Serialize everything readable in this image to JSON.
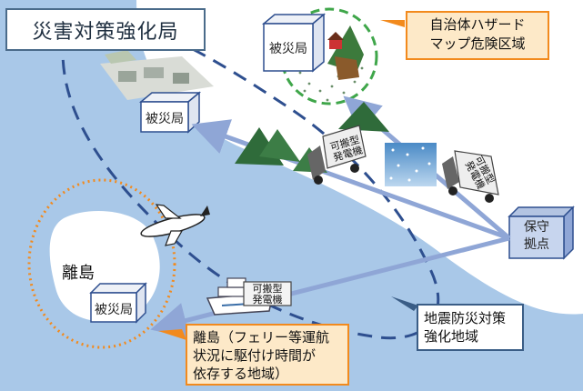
{
  "title": "災害対策強化局",
  "stricken_station_label": "被災局",
  "hazard_callout": [
    "自治体ハザード",
    "マップ危険区域"
  ],
  "earthquake_zone": [
    "地震防災対策",
    "強化地域"
  ],
  "base_station": [
    "保守",
    "拠点"
  ],
  "island_label": "離島",
  "island_callout": [
    "離島（フェリー等運航",
    "状況に駆付け時間が",
    "依存する地域）"
  ],
  "portable_generator": [
    "可搬型",
    "発電機"
  ],
  "colors": {
    "sea": "#a9c8e8",
    "land": "#ffffff",
    "dashed_line": "#2e4f8f",
    "arrow": "#8fa6d6",
    "orange": "#f28a1d",
    "green_circle": "#3fa64a"
  },
  "icons": [
    "airplane-icon",
    "ferry-icon",
    "truck-icon",
    "mountain-icon",
    "landslide-icon",
    "snow-icon",
    "town-icon"
  ]
}
